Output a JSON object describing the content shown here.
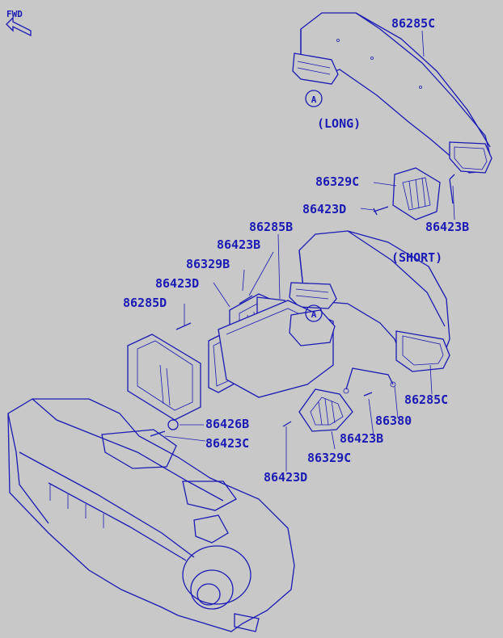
{
  "fwd": "FWD",
  "section_long": "(LONG)",
  "section_short": "(SHORT)",
  "markers": [
    "A",
    "A"
  ],
  "parts": [
    "86285C",
    "86329C",
    "86423D",
    "86423B",
    "86285B",
    "86423B",
    "86329B",
    "86423D",
    "86285D",
    "86285C",
    "86380",
    "86423B",
    "86329C",
    "86423D",
    "86426B",
    "86423C"
  ],
  "colors": {
    "ink": "#1a1ab4",
    "background": "#c8c8c8"
  }
}
